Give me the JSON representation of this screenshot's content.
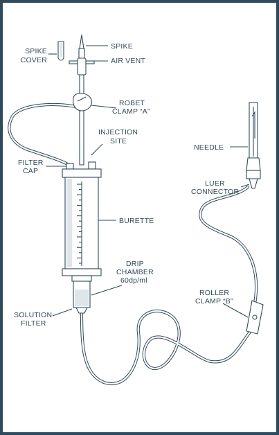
{
  "labels": {
    "spike_cover": [
      "SPIKE",
      "COVER"
    ],
    "spike": "SPIKE",
    "air_vent": "AIR VENT",
    "robet_clamp": [
      "ROBET",
      "CLAMP “A”"
    ],
    "injection_site": [
      "INJECTION",
      "SITE"
    ],
    "filter_cap": [
      "FILTER",
      "CAP"
    ],
    "needle": "NEEDLE",
    "luer_connector": [
      "LUER",
      "CONNECTOR"
    ],
    "burette": "BURETTE",
    "drip_chamber": [
      "DRIP",
      "CHAMBER",
      "60dp/ml"
    ],
    "roller_clamp": [
      "ROLLER",
      "CLAMP “B”"
    ],
    "solution_filter": [
      "SOLUTION",
      "FILTER"
    ]
  },
  "colors": {
    "border": "#2f4a5c",
    "ink": "#2f4a5c",
    "background": "#ffffff",
    "shade": "#dfe6ea"
  }
}
